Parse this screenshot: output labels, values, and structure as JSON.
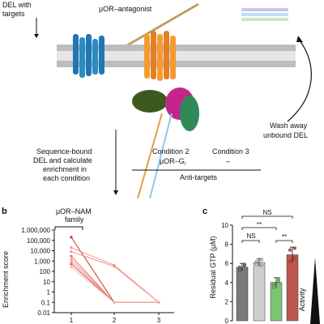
{
  "panel_a": {
    "del_label_1": "DEL with",
    "del_label_2": "targets",
    "antagonist_label": "µOR–antagonist",
    "seq_label_1": "Sequence-bound",
    "seq_label_2": "DEL and calculate",
    "seq_label_3": "enrichment in",
    "seq_label_4": "each condition",
    "condition2_title": "Condition 2",
    "condition2_value": "µOR–G",
    "condition2_subscript": "i",
    "condition3_title": "Condition 3",
    "condition3_value": "–",
    "anti_targets": "Anti-targets",
    "wash_1": "Wash away",
    "wash_2": "unbound DEL"
  },
  "panel_b": {
    "letter": "b",
    "ylabel": "Enrichment score",
    "family_label_1": "µOR–NAM",
    "family_label_2": "family",
    "chart_data": {
      "type": "line",
      "x": [
        1,
        2,
        3
      ],
      "yscale": "log",
      "ylim": [
        0.01,
        1000000
      ],
      "yticks": [
        "0.01",
        "0.1",
        "1",
        "10",
        "100",
        "1,000",
        "10,000",
        "100,000",
        "1,000,000"
      ],
      "xticks": [
        "1",
        "2",
        "3"
      ],
      "series": [
        {
          "values": [
            200000,
            0.1,
            0.1
          ],
          "color": "#c0392b"
        },
        {
          "values": [
            20000,
            400,
            0.1
          ],
          "color": "#f1948a"
        },
        {
          "values": [
            8000,
            300,
            0.1
          ],
          "color": "#f1948a"
        },
        {
          "values": [
            3000,
            0.1,
            0.1
          ],
          "color": "#e57373"
        },
        {
          "values": [
            1500,
            0.1,
            0.1
          ],
          "color": "#ef9a9a"
        },
        {
          "values": [
            800,
            0.1,
            0.1
          ],
          "color": "#f4a6a0"
        },
        {
          "values": [
            500,
            0.1,
            0.1
          ],
          "color": "#e06666"
        },
        {
          "values": [
            250,
            0.1,
            0.1
          ],
          "color": "#f2b8b2"
        }
      ]
    }
  },
  "panel_c": {
    "letter": "c",
    "ylabel": "Residual GTP (µM)",
    "activity_label": "Activity",
    "sig_labels": [
      "NS",
      "**",
      "NS",
      "**"
    ],
    "chart_data": {
      "type": "bar",
      "ylim": [
        0,
        10
      ],
      "yticks": [
        "0",
        "2",
        "4",
        "6",
        "8",
        "10"
      ],
      "series": [
        {
          "values": [
            5.6,
            6.1,
            4.0,
            6.9
          ],
          "errors": [
            0.4,
            0.4,
            0.5,
            0.8
          ],
          "colors": [
            "#7a7a7a",
            "#cfcfcf",
            "#7cc576",
            "#c0574e"
          ]
        }
      ],
      "points": [
        [
          5.3,
          5.8,
          5.6,
          5.9
        ],
        [
          5.9,
          6.4,
          6.2,
          5.8
        ],
        [
          3.5,
          4.4,
          3.9,
          4.1
        ],
        [
          6.2,
          7.6,
          7.4,
          6.5
        ]
      ]
    }
  }
}
